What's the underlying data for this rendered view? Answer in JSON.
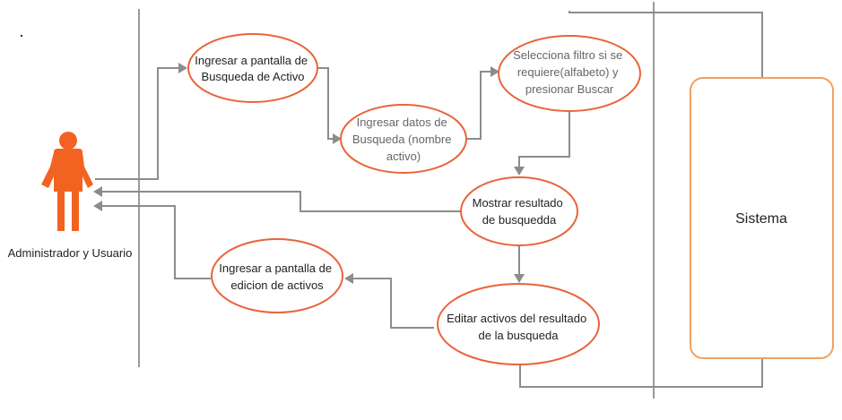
{
  "colors": {
    "node_stroke": "#e8643a",
    "actor_fill": "#f26322",
    "connector": "#8c8c8c",
    "system_stroke": "#f0a060"
  },
  "actor": {
    "icon": "person-icon",
    "label": "Administrador y Usuario"
  },
  "system": {
    "label": "Sistema"
  },
  "nodes": {
    "ingresar_pantalla_busqueda": [
      "Ingresar a pantalla de",
      "Busqueda de Activo"
    ],
    "ingresar_datos": [
      "Ingresar datos de",
      "Busqueda (nombre",
      "activo)"
    ],
    "selecciona_filtro": [
      "Selecciona filtro si se",
      "requiere(alfabeto) y",
      "presionar Buscar"
    ],
    "mostrar_resultado": [
      "Mostrar resultado",
      "de busquedda"
    ],
    "ingresar_pantalla_edicion": [
      "Ingresar a pantalla de",
      "edicion de activos"
    ],
    "editar_activos": [
      "Editar activos del resultado",
      "de la busqueda"
    ]
  }
}
